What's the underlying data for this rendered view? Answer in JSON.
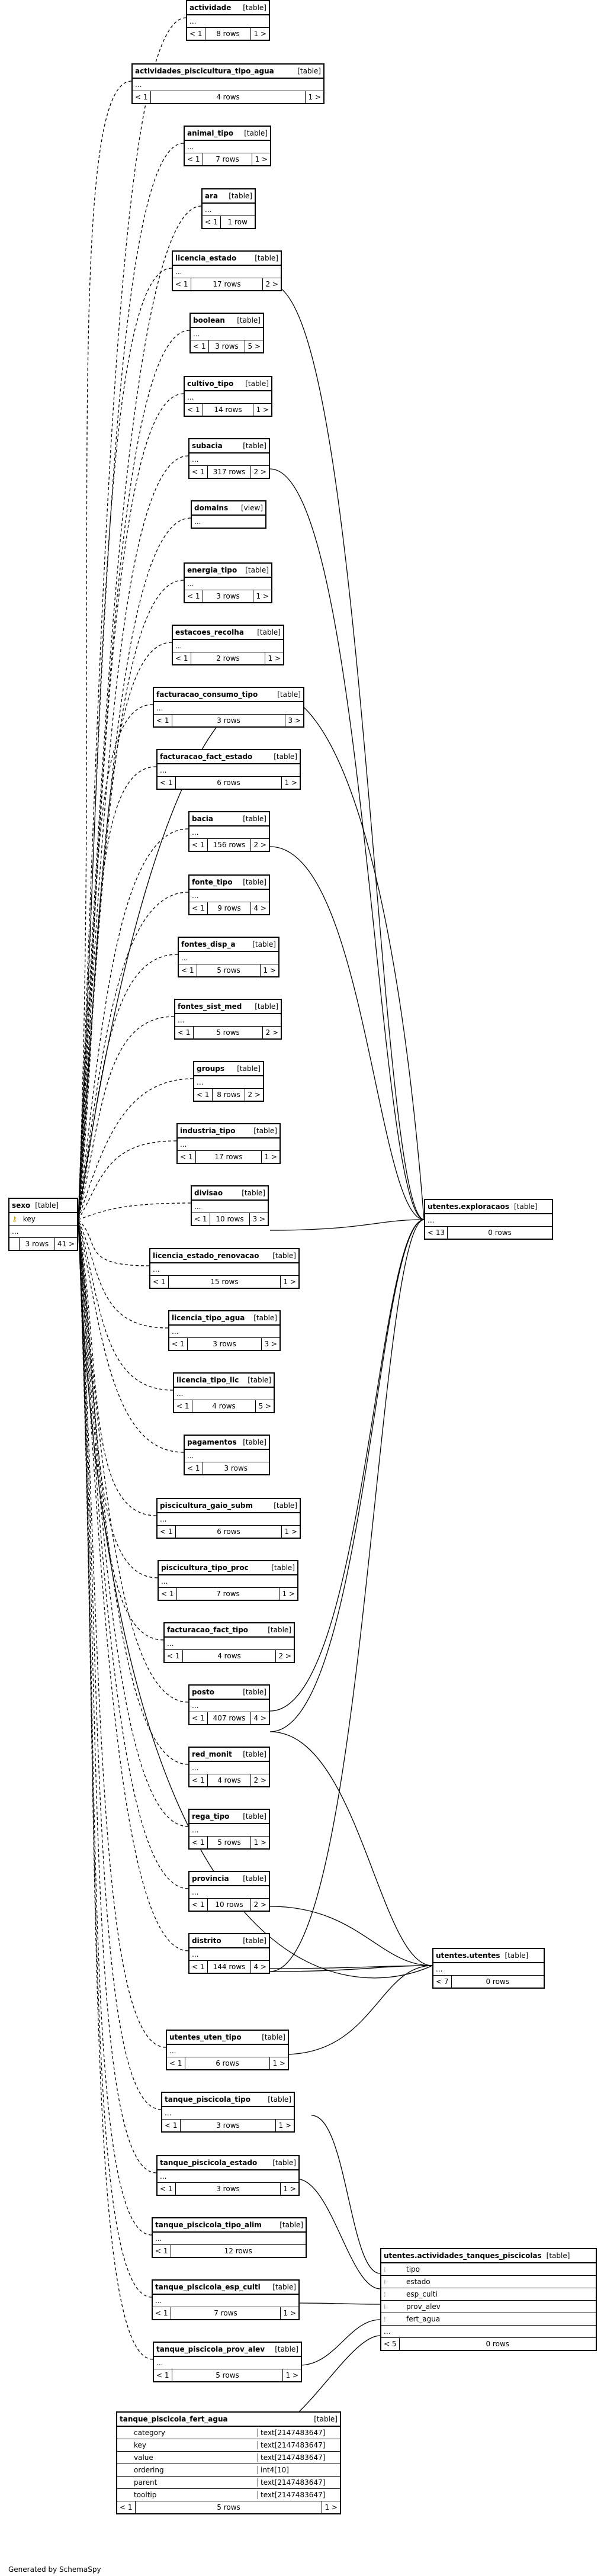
{
  "footer": "Generated by SchemaSpy",
  "tables": [
    {
      "id": "actividade",
      "name": "actividade",
      "kind": "[table]",
      "rows": "8 rows",
      "lt": "< 1",
      "gt": "1 >"
    },
    {
      "id": "actividades_piscicultura_tipo_agua",
      "name": "actividades_piscicultura_tipo_agua",
      "kind": "[table]",
      "rows": "4 rows",
      "lt": "< 1",
      "gt": "1 >"
    },
    {
      "id": "animal_tipo",
      "name": "animal_tipo",
      "kind": "[table]",
      "rows": "7 rows",
      "lt": "< 1",
      "gt": "1 >"
    },
    {
      "id": "ara",
      "name": "ara",
      "kind": "[table]",
      "rows": "1 row",
      "lt": "< 1",
      "gt": ""
    },
    {
      "id": "licencia_estado",
      "name": "licencia_estado",
      "kind": "[table]",
      "rows": "17 rows",
      "lt": "< 1",
      "gt": "2 >"
    },
    {
      "id": "boolean",
      "name": "boolean",
      "kind": "[table]",
      "rows": "3 rows",
      "lt": "< 1",
      "gt": "5 >"
    },
    {
      "id": "cultivo_tipo",
      "name": "cultivo_tipo",
      "kind": "[table]",
      "rows": "14 rows",
      "lt": "< 1",
      "gt": "1 >"
    },
    {
      "id": "subacia",
      "name": "subacia",
      "kind": "[table]",
      "rows": "317 rows",
      "lt": "< 1",
      "gt": "2 >"
    },
    {
      "id": "domains",
      "name": "domains",
      "kind": "[view]",
      "rows": "",
      "lt": "",
      "gt": ""
    },
    {
      "id": "energia_tipo",
      "name": "energia_tipo",
      "kind": "[table]",
      "rows": "3 rows",
      "lt": "< 1",
      "gt": "1 >"
    },
    {
      "id": "estacoes_recolha",
      "name": "estacoes_recolha",
      "kind": "[table]",
      "rows": "2 rows",
      "lt": "< 1",
      "gt": "1 >"
    },
    {
      "id": "facturacao_consumo_tipo",
      "name": "facturacao_consumo_tipo",
      "kind": "[table]",
      "rows": "3 rows",
      "lt": "< 1",
      "gt": "3 >"
    },
    {
      "id": "facturacao_fact_estado",
      "name": "facturacao_fact_estado",
      "kind": "[table]",
      "rows": "6 rows",
      "lt": "< 1",
      "gt": "1 >"
    },
    {
      "id": "bacia",
      "name": "bacia",
      "kind": "[table]",
      "rows": "156 rows",
      "lt": "< 1",
      "gt": "2 >"
    },
    {
      "id": "fonte_tipo",
      "name": "fonte_tipo",
      "kind": "[table]",
      "rows": "9 rows",
      "lt": "< 1",
      "gt": "4 >"
    },
    {
      "id": "fontes_disp_a",
      "name": "fontes_disp_a",
      "kind": "[table]",
      "rows": "5 rows",
      "lt": "< 1",
      "gt": "1 >"
    },
    {
      "id": "fontes_sist_med",
      "name": "fontes_sist_med",
      "kind": "[table]",
      "rows": "5 rows",
      "lt": "< 1",
      "gt": "2 >"
    },
    {
      "id": "groups",
      "name": "groups",
      "kind": "[table]",
      "rows": "8 rows",
      "lt": "< 1",
      "gt": "2 >"
    },
    {
      "id": "industria_tipo",
      "name": "industria_tipo",
      "kind": "[table]",
      "rows": "17 rows",
      "lt": "< 1",
      "gt": "1 >"
    },
    {
      "id": "divisao",
      "name": "divisao",
      "kind": "[table]",
      "rows": "10 rows",
      "lt": "< 1",
      "gt": "3 >"
    },
    {
      "id": "licencia_estado_renovacao",
      "name": "licencia_estado_renovacao",
      "kind": "[table]",
      "rows": "15 rows",
      "lt": "< 1",
      "gt": "1 >"
    },
    {
      "id": "licencia_tipo_agua",
      "name": "licencia_tipo_agua",
      "kind": "[table]",
      "rows": "3 rows",
      "lt": "< 1",
      "gt": "3 >"
    },
    {
      "id": "licencia_tipo_lic",
      "name": "licencia_tipo_lic",
      "kind": "[table]",
      "rows": "4 rows",
      "lt": "< 1",
      "gt": "5 >"
    },
    {
      "id": "pagamentos",
      "name": "pagamentos",
      "kind": "[table]",
      "rows": "3 rows",
      "lt": "< 1",
      "gt": ""
    },
    {
      "id": "piscicultura_gaio_subm",
      "name": "piscicultura_gaio_subm",
      "kind": "[table]",
      "rows": "6 rows",
      "lt": "< 1",
      "gt": "1 >"
    },
    {
      "id": "piscicultura_tipo_proc",
      "name": "piscicultura_tipo_proc",
      "kind": "[table]",
      "rows": "7 rows",
      "lt": "< 1",
      "gt": "1 >"
    },
    {
      "id": "facturacao_fact_tipo",
      "name": "facturacao_fact_tipo",
      "kind": "[table]",
      "rows": "4 rows",
      "lt": "< 1",
      "gt": "2 >"
    },
    {
      "id": "posto",
      "name": "posto",
      "kind": "[table]",
      "rows": "407 rows",
      "lt": "< 1",
      "gt": "4 >"
    },
    {
      "id": "red_monit",
      "name": "red_monit",
      "kind": "[table]",
      "rows": "4 rows",
      "lt": "< 1",
      "gt": "2 >"
    },
    {
      "id": "rega_tipo",
      "name": "rega_tipo",
      "kind": "[table]",
      "rows": "5 rows",
      "lt": "< 1",
      "gt": "1 >"
    },
    {
      "id": "provincia",
      "name": "provincia",
      "kind": "[table]",
      "rows": "10 rows",
      "lt": "< 1",
      "gt": "2 >"
    },
    {
      "id": "distrito",
      "name": "distrito",
      "kind": "[table]",
      "rows": "144 rows",
      "lt": "< 1",
      "gt": "4 >"
    },
    {
      "id": "utentes_uten_tipo",
      "name": "utentes_uten_tipo",
      "kind": "[table]",
      "rows": "6 rows",
      "lt": "< 1",
      "gt": "1 >"
    },
    {
      "id": "tanque_piscicola_tipo",
      "name": "tanque_piscicola_tipo",
      "kind": "[table]",
      "rows": "3 rows",
      "lt": "< 1",
      "gt": "1 >"
    },
    {
      "id": "tanque_piscicola_estado",
      "name": "tanque_piscicola_estado",
      "kind": "[table]",
      "rows": "3 rows",
      "lt": "< 1",
      "gt": "1 >"
    },
    {
      "id": "tanque_piscicola_tipo_alim",
      "name": "tanque_piscicola_tipo_alim",
      "kind": "[table]",
      "rows": "12 rows",
      "lt": "< 1",
      "gt": ""
    },
    {
      "id": "tanque_piscicola_esp_culti",
      "name": "tanque_piscicola_esp_culti",
      "kind": "[table]",
      "rows": "7 rows",
      "lt": "< 1",
      "gt": "1 >"
    },
    {
      "id": "tanque_piscicola_prov_alev",
      "name": "tanque_piscicola_prov_alev",
      "kind": "[table]",
      "rows": "5 rows",
      "lt": "< 1",
      "gt": "1 >"
    }
  ],
  "sexo": {
    "name": "sexo",
    "kind": "[table]",
    "col": "key",
    "rows": "3 rows",
    "lt": "",
    "gt": "41 >"
  },
  "explor": {
    "name": "utentes.exploracaos",
    "kind": "[table]",
    "rows": "0 rows",
    "lt": "< 13",
    "gt": ""
  },
  "utentes": {
    "name": "utentes.utentes",
    "kind": "[table]",
    "rows": "0 rows",
    "lt": "< 7",
    "gt": ""
  },
  "tanques": {
    "name": "utentes.actividades_tanques_piscicolas",
    "kind": "[table]",
    "cols": [
      "tipo",
      "estado",
      "esp_culti",
      "prov_alev",
      "fert_agua"
    ],
    "rows": "0 rows",
    "lt": "< 5",
    "gt": ""
  },
  "fert": {
    "name": "tanque_piscicola_fert_agua",
    "kind": "[table]",
    "cols": [
      {
        "n": "category",
        "t": "text[2147483647]"
      },
      {
        "n": "key",
        "t": "text[2147483647]"
      },
      {
        "n": "value",
        "t": "text[2147483647]"
      },
      {
        "n": "ordering",
        "t": "int4[10]"
      },
      {
        "n": "parent",
        "t": "text[2147483647]"
      },
      {
        "n": "tooltip",
        "t": "text[2147483647]"
      }
    ],
    "rows": "5 rows",
    "lt": "< 1",
    "gt": "1 >"
  }
}
